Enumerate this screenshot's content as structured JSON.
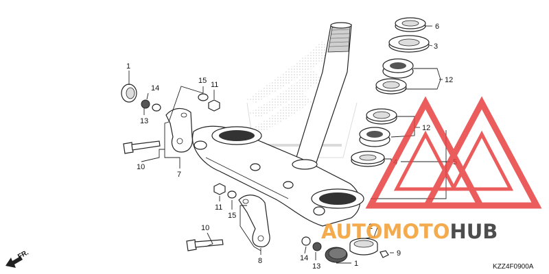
{
  "callouts": {
    "c6": "6",
    "c3": "3",
    "c12a": "12",
    "c12b": "12",
    "c4": "4",
    "c5": "5",
    "c1a": "1",
    "c1b": "1",
    "c14a": "14",
    "c14b": "14",
    "c13a": "13",
    "c13b": "13",
    "c15a": "15",
    "c15b": "15",
    "c11a": "11",
    "c11b": "11",
    "c10a": "10",
    "c10b": "10",
    "c7": "7",
    "c8": "8",
    "c2": "2",
    "c9": "9"
  },
  "direction_label": "FR.",
  "diagram_code": "KZZ4F0900A",
  "watermark": {
    "text_orange": "AUTOMOTO",
    "text_dark": "HUB",
    "color_red": "#e84040",
    "color_orange": "#f2a23a",
    "color_dark": "#3a3a3a"
  }
}
